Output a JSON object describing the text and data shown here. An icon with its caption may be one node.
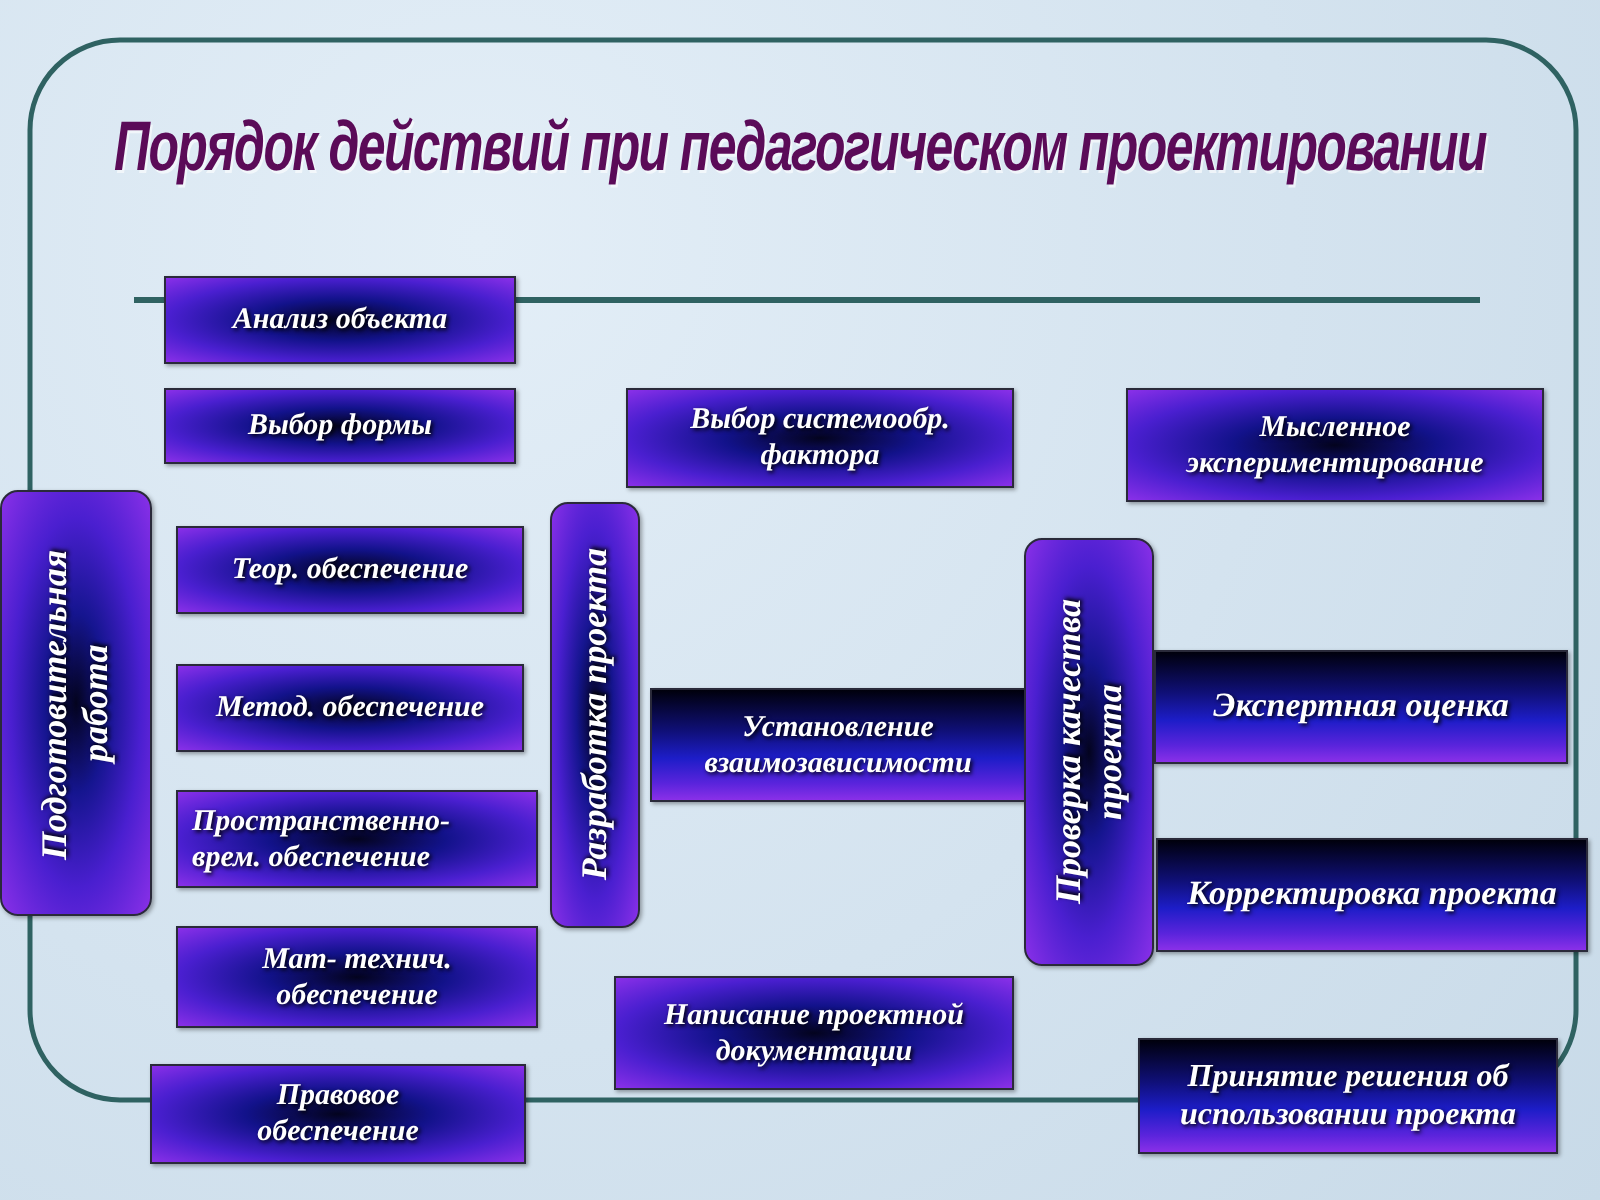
{
  "diagram": {
    "title": "Порядок действий при педагогическом проектировании",
    "nodes": [
      {
        "text": [
          "Анализ объекта"
        ]
      },
      {
        "text": [
          "Выбор формы"
        ]
      },
      {
        "text": [
          "Подготовительная работа"
        ]
      },
      {
        "text": [
          "Теор. обеспечение"
        ]
      },
      {
        "text": [
          "Метод. обеспечение"
        ]
      },
      {
        "text": [
          "Пространственно- врем. обеспечение"
        ]
      },
      {
        "text": [
          "Мат- технич. обеспечение"
        ]
      },
      {
        "text": [
          "Правовое обеспечение"
        ]
      },
      {
        "text": [
          "Выбор системообр. фактора"
        ]
      },
      {
        "text": [
          "Разработка проекта"
        ]
      },
      {
        "text": [
          "Установление взаимозависимости"
        ]
      },
      {
        "text": [
          "Написание проектной документации"
        ]
      },
      {
        "text": [
          "Мысленное экспериментирование"
        ]
      },
      {
        "text": [
          "Проверка качества проекта"
        ]
      },
      {
        "text": [
          "Экспертная оценка"
        ]
      },
      {
        "text": [
          "Корректировка проекта"
        ]
      },
      {
        "text": [
          "Принятие решения об использовании проекта"
        ]
      }
    ]
  }
}
